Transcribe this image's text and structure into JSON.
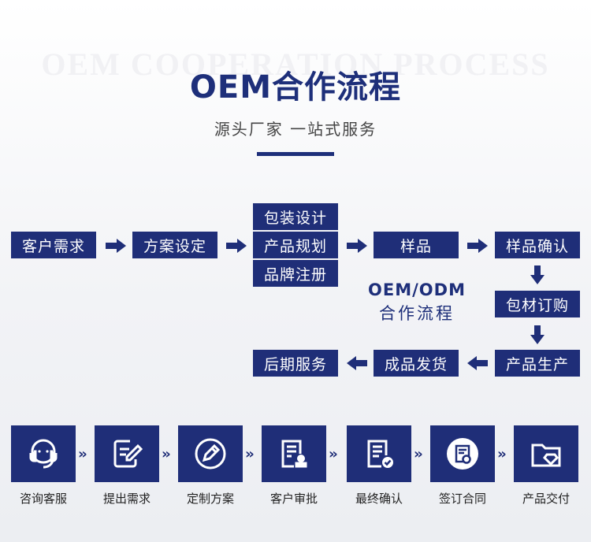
{
  "header": {
    "watermark": "OEM COOPERATION PROCESS",
    "title": "OEM合作流程",
    "subtitle": "源头厂家 一站式服务"
  },
  "flow": {
    "customer_demand": "客户需求",
    "plan_setting": "方案设定",
    "packaging_design": "包装设计",
    "product_planning": "产品规划",
    "brand_registration": "品牌注册",
    "sample": "样品",
    "sample_confirm": "样品确认",
    "material_order": "包材订购",
    "production": "产品生产",
    "shipping": "成品发货",
    "after_sales": "后期服务",
    "center_line1": "OEM/ODM",
    "center_line2": "合作流程"
  },
  "steps": [
    {
      "label": "咨询客服",
      "icon": "headset-icon"
    },
    {
      "label": "提出需求",
      "icon": "edit-document-icon"
    },
    {
      "label": "定制方案",
      "icon": "pencil-circle-icon"
    },
    {
      "label": "客户审批",
      "icon": "approval-document-icon"
    },
    {
      "label": "最终确认",
      "icon": "checklist-icon"
    },
    {
      "label": "签订合同",
      "icon": "contract-icon"
    },
    {
      "label": "产品交付",
      "icon": "delivery-folder-icon"
    }
  ],
  "colors": {
    "brand": "#1f2e78",
    "title": "#1e2f7a"
  }
}
